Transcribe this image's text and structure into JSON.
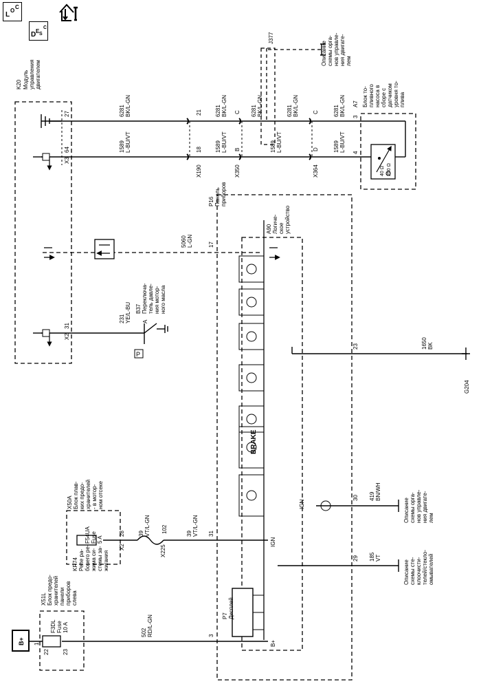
{
  "toolbar": {
    "btn1": {
      "a": "L",
      "b": "O",
      "c": "C"
    },
    "btn2": {
      "a": "D",
      "b": "E",
      "c": "S",
      "d": "C"
    }
  },
  "components": {
    "k20": {
      "id": "K20",
      "desc": [
        "Модуль",
        "управления",
        "двигателем"
      ]
    },
    "x51l": {
      "id": "X51L",
      "desc": [
        "Блок предо-",
        "хранителей",
        "панели",
        "приборов",
        "слева"
      ]
    },
    "x50a": {
      "id": "X50A",
      "desc": [
        "Блок плав-",
        "ких предо-",
        "хранителей",
        "- в мотор-",
        "ном отсеке"
      ]
    },
    "kr74": {
      "id": "KR74",
      "desc": [
        "Реле ра-",
        "бочего ре-",
        "жима си-",
        "стемы за-",
        "жигания"
      ]
    },
    "f3dl": {
      "id": "F3DL",
      "type": "Fuse",
      "rating": "10 A"
    },
    "f54ua": {
      "id": "F54UA",
      "type": "Fuse",
      "rating": "5 A"
    },
    "p16": {
      "id": "P16",
      "desc": [
        "Панель",
        "приборов"
      ]
    },
    "a90": {
      "id": "A90",
      "desc": [
        "Логиче-",
        "ское",
        "устройство"
      ]
    },
    "p7": {
      "id": "P7",
      "desc": "Дисплей"
    },
    "b37": {
      "id": "B37",
      "desc": [
        "Переключа-",
        "тель давле-",
        "ния мотор-",
        "ного масла"
      ]
    },
    "a7": {
      "id": "A7",
      "desc": [
        "Блок то-",
        "пливного",
        "насоса в",
        "сборе с",
        "датчиком",
        "уровня то-",
        "плива"
      ]
    },
    "j377": {
      "id": "J377"
    },
    "g204": {
      "id": "G204"
    }
  },
  "wires": {
    "w6281": {
      "circuit": "6281",
      "color": "BK/L-GN"
    },
    "w1589": {
      "circuit": "1589",
      "color": "L-BU/VT"
    },
    "w5060": {
      "circuit": "5060",
      "color": "L-GN"
    },
    "w231": {
      "circuit": "231",
      "color": "YE/L-BU"
    },
    "w39": {
      "circuit": "39",
      "color": "VT/L-GN"
    },
    "w502": {
      "circuit": "502",
      "color": "RD/L-GN"
    },
    "w1650": {
      "circuit": "1650",
      "color": "BK"
    },
    "w419": {
      "circuit": "419",
      "color": "BN/WH"
    },
    "w185": {
      "circuit": "185",
      "color": "VT"
    }
  },
  "connectors": {
    "x190": "X190",
    "x350": "X350",
    "x364": "X364",
    "x225": "X225",
    "x3": "X3",
    "x2": "X2",
    "x2b": "X2"
  },
  "pins": {
    "p27": "27",
    "p64": "64",
    "p31": "31",
    "p21": "21",
    "p18": "18",
    "pC": "C",
    "pB": "B",
    "pC2": "C",
    "pD": "D",
    "p3": "3",
    "p4": "4",
    "p17": "17",
    "p23": "23",
    "p30": "30",
    "p29": "29",
    "p31b": "31",
    "p3b": "3",
    "p28": "28",
    "p102": "102",
    "pA": "A",
    "p1": "1",
    "p22": "22",
    "p23b": "23"
  },
  "labels": {
    "ign1": "IGN",
    "ign2": "IGN",
    "bplus": "B+",
    "bplus_box": "B+",
    "brake": "BRAKE",
    "pres_symbol": "P",
    "res_40": "40 Ω",
    "res_250": "250 Ω"
  },
  "refs": {
    "ref_fuel": [
      "Описание",
      "схемы орга-",
      "нов управле-",
      "ния двигате-",
      "лем"
    ],
    "ref_eng": [
      "Описание",
      "схемы орга-",
      "нов управле-",
      "ния двигате-",
      "лем"
    ],
    "ref_wash": [
      "Описание",
      "схемы сте-",
      "клоочисти-",
      "телей/стекло-",
      "омывателей"
    ]
  }
}
